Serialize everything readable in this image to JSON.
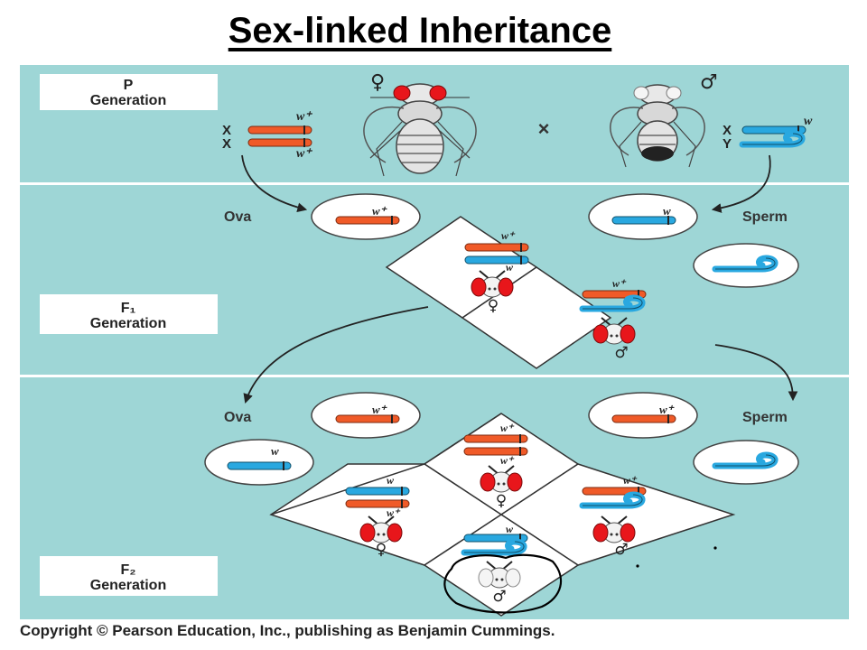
{
  "title": "Sex-linked Inheritance",
  "generations": {
    "p": "P\nGeneration",
    "f1": "F₁\nGeneration",
    "f2": "F₂\nGeneration"
  },
  "labels": {
    "ova": "Ova",
    "sperm": "Sperm",
    "cross": "×",
    "x": "X",
    "y": "Y",
    "female": "♀",
    "male": "♂"
  },
  "alleles": {
    "wild": "w⁺",
    "white": "w"
  },
  "copyright": "Copyright © Pearson Education, Inc., publishing as Benjamin Cummings.",
  "colors": {
    "panel": "#9ed6d6",
    "panel_border": "#ffffff",
    "x_wild": "#f05a28",
    "x_white": "#29a8e0",
    "y_chrom": "#29a8e0",
    "red_eye": "#e8161b",
    "white_eye": "#f5f5f5"
  }
}
